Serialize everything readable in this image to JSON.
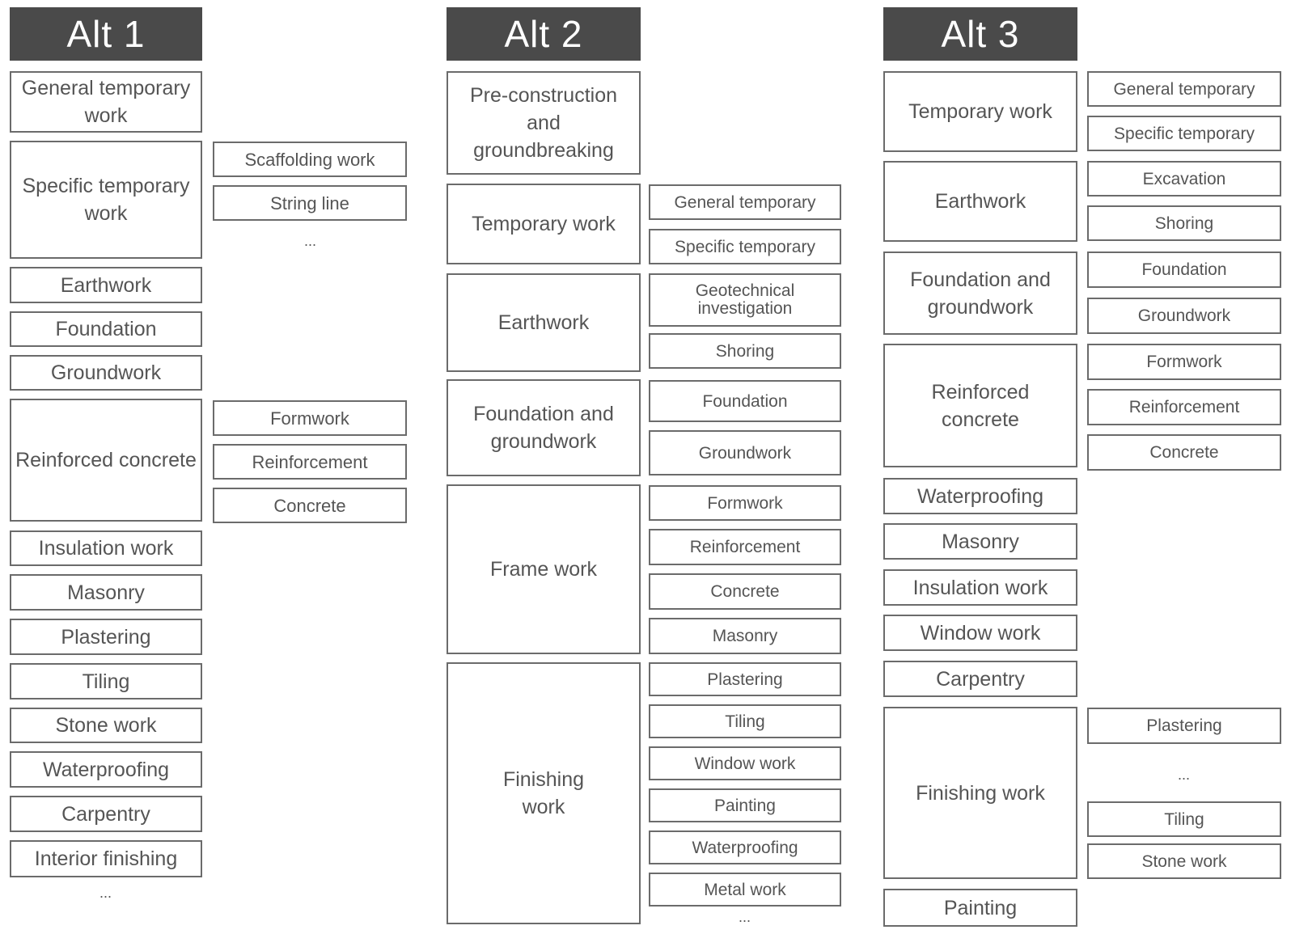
{
  "alt1": {
    "header": "Alt 1",
    "general": "General temporary work",
    "specific": "Specific temporary work",
    "specific_subs": [
      "Scaffolding work",
      "String line"
    ],
    "specific_more": "...",
    "earthwork": "Earthwork",
    "foundation": "Foundation",
    "groundwork": "Groundwork",
    "reinforced": "Reinforced concrete",
    "reinforced_subs": [
      "Formwork",
      "Reinforcement",
      "Concrete"
    ],
    "insulation": "Insulation work",
    "masonry": "Masonry",
    "plastering": "Plastering",
    "tiling": "Tiling",
    "stone": "Stone work",
    "waterproofing": "Waterproofing",
    "carpentry": "Carpentry",
    "interior": "Interior finishing",
    "more": "..."
  },
  "alt2": {
    "header": "Alt 2",
    "preconstruction": "Pre-construction and groundbreaking",
    "temporary": "Temporary work",
    "temporary_subs": [
      "General temporary",
      "Specific temporary"
    ],
    "earthwork": "Earthwork",
    "earthwork_subs": [
      "Geotechnical investigation",
      "Shoring"
    ],
    "foundation_ground": "Foundation and groundwork",
    "foundation_ground_subs": [
      "Foundation",
      "Groundwork"
    ],
    "frame": "Frame work",
    "frame_subs": [
      "Formwork",
      "Reinforcement",
      "Concrete",
      "Masonry"
    ],
    "finishing": "Finishing work",
    "finishing_subs": [
      "Plastering",
      "Tiling",
      "Window work",
      "Painting",
      "Waterproofing",
      "Metal work"
    ],
    "more": "..."
  },
  "alt3": {
    "header": "Alt 3",
    "temporary": "Temporary work",
    "temporary_subs": [
      "General temporary",
      "Specific temporary"
    ],
    "earthwork": "Earthwork",
    "earthwork_subs": [
      "Excavation",
      "Shoring"
    ],
    "foundation_ground": "Foundation and groundwork",
    "foundation_ground_subs": [
      "Foundation",
      "Groundwork"
    ],
    "reinforced": "Reinforced concrete",
    "reinforced_subs": [
      "Formwork",
      "Reinforcement",
      "Concrete"
    ],
    "waterproofing": "Waterproofing",
    "masonry": "Masonry",
    "insulation": "Insulation work",
    "window": "Window work",
    "carpentry": "Carpentry",
    "finishing": "Finishing work",
    "finishing_subs": [
      "Plastering",
      "Tiling",
      "Stone work"
    ],
    "finishing_more": "...",
    "painting": "Painting"
  }
}
